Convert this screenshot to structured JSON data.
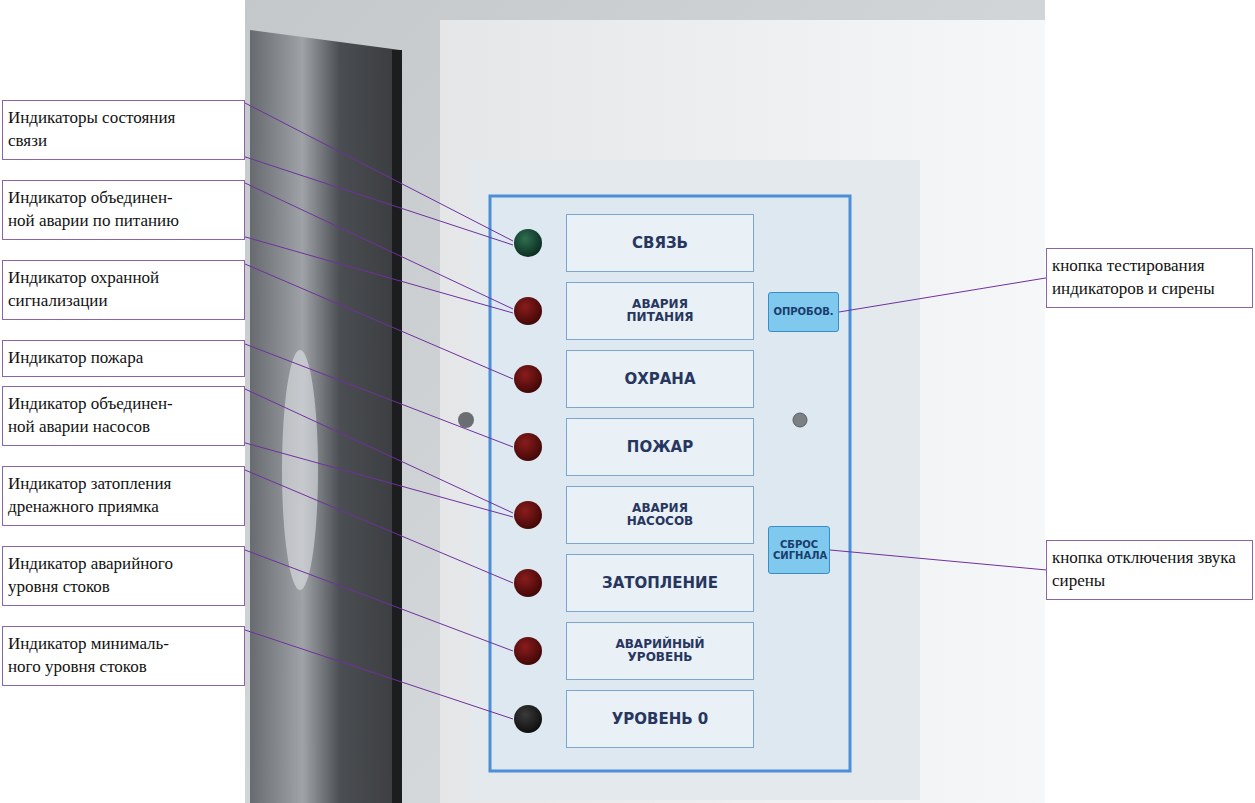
{
  "diagram": {
    "nodes": [
      {
        "text": [
          "Индикаторы состояния связи"
        ]
      },
      {
        "text": [
          "Индикатор объединен- ной аварии по питанию"
        ]
      },
      {
        "text": [
          "Индикатор охранной сигнализации"
        ]
      },
      {
        "text": [
          "Индикатор пожара"
        ]
      },
      {
        "text": [
          "Индикатор объединен- ной аварии насосов"
        ]
      },
      {
        "text": [
          "Индикатор затопления дренажного приямка"
        ]
      },
      {
        "text": [
          "Индикатор аварийного уровня стоков"
        ]
      },
      {
        "text": [
          "Индикатор минималь- ного уровня стоков"
        ]
      },
      {
        "text": [
          "СВЯЗЬ"
        ]
      },
      {
        "text": [
          "АВАРИЯ ПИТАНИЯ"
        ]
      },
      {
        "text": [
          "ОХРАНА"
        ]
      },
      {
        "text": [
          "ПОЖАР"
        ]
      },
      {
        "text": [
          "АВАРИЯ НАСОСОВ"
        ]
      },
      {
        "text": [
          "ЗАТОПЛЕНИЕ"
        ]
      },
      {
        "text": [
          "АВАРИЙНЫЙ УРОВЕНЬ"
        ]
      },
      {
        "text": [
          "УРОВЕНЬ 0"
        ]
      },
      {
        "text": [
          "ОПРОБОВ."
        ]
      },
      {
        "text": [
          "СБРОС СИГНАЛА"
        ]
      },
      {
        "text": [
          "кнопка тестирования индикаторов и сирены"
        ]
      },
      {
        "text": [
          "кнопка отключения звука сирены"
        ]
      }
    ],
    "edges": [
      {
        "from": 18,
        "to": 16,
        "arrow": "none"
      },
      {
        "from": 19,
        "to": 17,
        "arrow": "none"
      }
    ]
  }
}
